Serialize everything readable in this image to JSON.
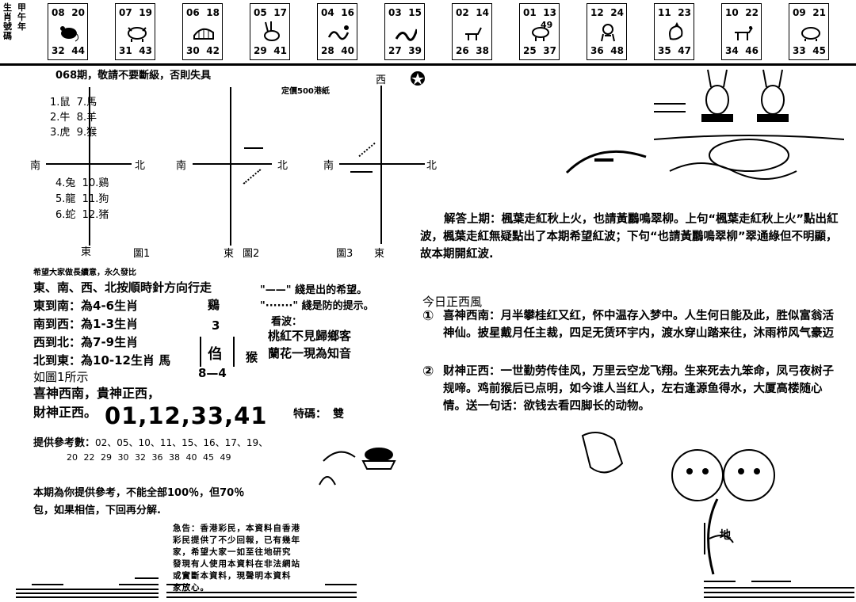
{
  "header": {
    "left_label_1": "生肖號碼",
    "left_label_2": "甲午年",
    "zodiac": [
      {
        "tl": "08",
        "tr": "20",
        "bl": "32",
        "br": "44",
        "icon": "rat-icon"
      },
      {
        "tl": "07",
        "tr": "19",
        "bl": "31",
        "br": "43",
        "icon": "ox-icon"
      },
      {
        "tl": "06",
        "tr": "18",
        "bl": "30",
        "br": "42",
        "icon": "tiger-icon"
      },
      {
        "tl": "05",
        "tr": "17",
        "bl": "29",
        "br": "41",
        "icon": "rabbit-icon"
      },
      {
        "tl": "04",
        "tr": "16",
        "bl": "28",
        "br": "40",
        "icon": "dragon-icon"
      },
      {
        "tl": "03",
        "tr": "15",
        "bl": "27",
        "br": "39",
        "icon": "snake-icon"
      },
      {
        "tl": "02",
        "tr": "14",
        "bl": "26",
        "br": "38",
        "icon": "horse-icon"
      },
      {
        "tl": "01",
        "tr": "13",
        "bl": "25",
        "br": "37",
        "extra": "49",
        "icon": "goat-icon"
      },
      {
        "tl": "12",
        "tr": "24",
        "bl": "36",
        "br": "48",
        "icon": "monkey-icon"
      },
      {
        "tl": "11",
        "tr": "23",
        "bl": "35",
        "br": "47",
        "icon": "rooster-icon"
      },
      {
        "tl": "10",
        "tr": "22",
        "bl": "34",
        "br": "46",
        "icon": "dog-icon"
      },
      {
        "tl": "09",
        "tr": "21",
        "bl": "33",
        "br": "45",
        "icon": "pig-icon"
      }
    ]
  },
  "top_note": "068期，敬請不要斷級，否則失具",
  "price_note": "定價500港紙",
  "compass": {
    "west": "西",
    "south": "南",
    "north": "北",
    "east": "東",
    "zodiac_list_a": [
      "1.鼠",
      "7.馬",
      "2.牛",
      "8.羊",
      "3.虎",
      "9.猴"
    ],
    "zodiac_list_b": [
      "4.兔",
      "10.鷄",
      "5.龍",
      "11.狗",
      "6.蛇",
      "12.猪"
    ],
    "fig1": "圖1",
    "fig2": "圖2",
    "fig3": "圖3"
  },
  "left": {
    "wish": "希望大家做長續意，永久發比",
    "rule": "東、南、西、北按順時針方向行走",
    "rows": [
      {
        "label": "東到南：",
        "value": "為4-6生肖"
      },
      {
        "label": "南到西：",
        "value": "為1-3生肖"
      },
      {
        "label": "西到北：",
        "value": "為7-9生肖"
      },
      {
        "label": "北到東：",
        "value": "為10-12生肖 馬"
      }
    ],
    "as_fig": "如圖1所示",
    "line_solid": "\"——\" 綫是出的希望。",
    "line_dotted": "\"·······\" 綫是防的提示。",
    "chicken": "鷄",
    "num3": "3",
    "box_char": "㑇",
    "monkey": "猴",
    "score": "8—4",
    "look": "看波：",
    "poem1": "桃紅不見歸鄉客",
    "poem2": "蘭花一現為知音",
    "gods1": "喜神西南，貴神正西，",
    "gods2": "財神正西。",
    "main_numbers": "01,12,33,41",
    "special_label": "特碼：",
    "special_value": "雙",
    "ref_label": "提供參考數：",
    "ref_line1": "02、05、10、11、15、16、17、19、",
    "ref_line2": "20  22  29  30  32  36  38  40  45  49",
    "disclaimer1": "本期為你提供參考，不能全部100％，但70％",
    "disclaimer2": "包，如果相信，下回再分解.",
    "notice": [
      "急告：香港彩民，本資料自香港",
      "彩民提供了不少回報，已有幾年",
      "家，希望大家一如至往地研究",
      "發現有人使用本資料在非法網站",
      "或實斷本資料，現聲明本資料",
      "家放心。"
    ]
  },
  "right": {
    "answer": "解答上期：楓葉走紅秋上火，也請黃鸝鳴翠柳。上句“楓葉走紅秋上火”點出紅波，楓葉走紅無疑點出了本期希望紅波；下句“也請黃鸝鳴翠柳”翠通綠但不明顯，故本期開紅波.",
    "today": "今日正西風",
    "p1_num": "①",
    "p1": "喜神西南：月半攀桂红又红，怀中温存入梦中。人生何日能及此，胜似富翁活神仙。披星戴月任主裁，四足无赁环宇内，渡水穿山踏来往，沐雨栉风气豪迈",
    "p2_num": "②",
    "p2": "财神正西：一世勤劳传佳风，万里云空龙飞翔。生来死去九笨命，凤弓夜树子规啼。鸡前猴后已点明，如今谁人当红人，左右逢源鱼得水，大厦高楼随心情。送一句话：欲钱去看四脚长的动物。",
    "di": "地"
  }
}
